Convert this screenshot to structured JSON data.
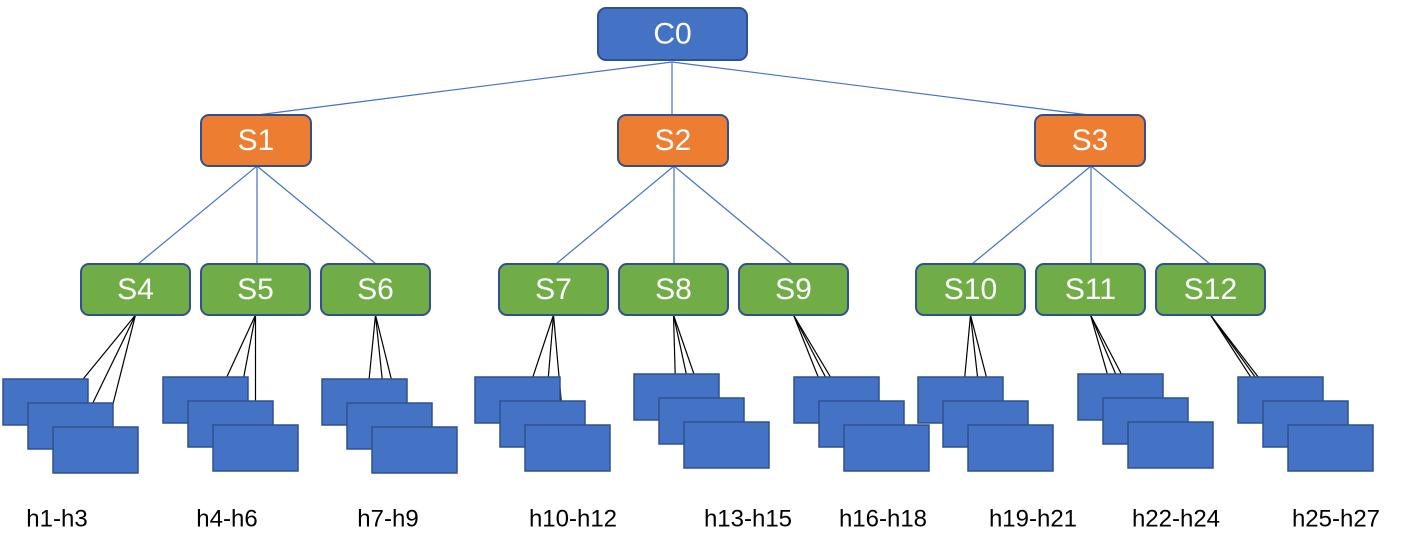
{
  "colors": {
    "controller": "#4472C4",
    "core": "#ED7D31",
    "edge": "#70AD47",
    "host": "#4472C4",
    "border": "#2F528F",
    "controller_link": "#4472C4",
    "switch_link": "#4472C4",
    "host_link": "#000000"
  },
  "controller": {
    "label": "C0"
  },
  "core_switches": [
    {
      "id": "s1",
      "label": "S1",
      "children": [
        "s4",
        "s5",
        "s6"
      ]
    },
    {
      "id": "s2",
      "label": "S2",
      "children": [
        "s7",
        "s8",
        "s9"
      ]
    },
    {
      "id": "s3",
      "label": "S3",
      "children": [
        "s10",
        "s11",
        "s12"
      ]
    }
  ],
  "edge_switches": [
    {
      "id": "s4",
      "label": "S4",
      "hosts_label": "h1-h3"
    },
    {
      "id": "s5",
      "label": "S5",
      "hosts_label": "h4-h6"
    },
    {
      "id": "s6",
      "label": "S6",
      "hosts_label": "h7-h9"
    },
    {
      "id": "s7",
      "label": "S7",
      "hosts_label": "h10-h12"
    },
    {
      "id": "s8",
      "label": "S8",
      "hosts_label": "h13-h15"
    },
    {
      "id": "s9",
      "label": "S9",
      "hosts_label": "h16-h18"
    },
    {
      "id": "s10",
      "label": "S10",
      "hosts_label": "h19-h21"
    },
    {
      "id": "s11",
      "label": "S11",
      "hosts_label": "h22-h24"
    },
    {
      "id": "s12",
      "label": "S12",
      "hosts_label": "h25-h27"
    }
  ]
}
